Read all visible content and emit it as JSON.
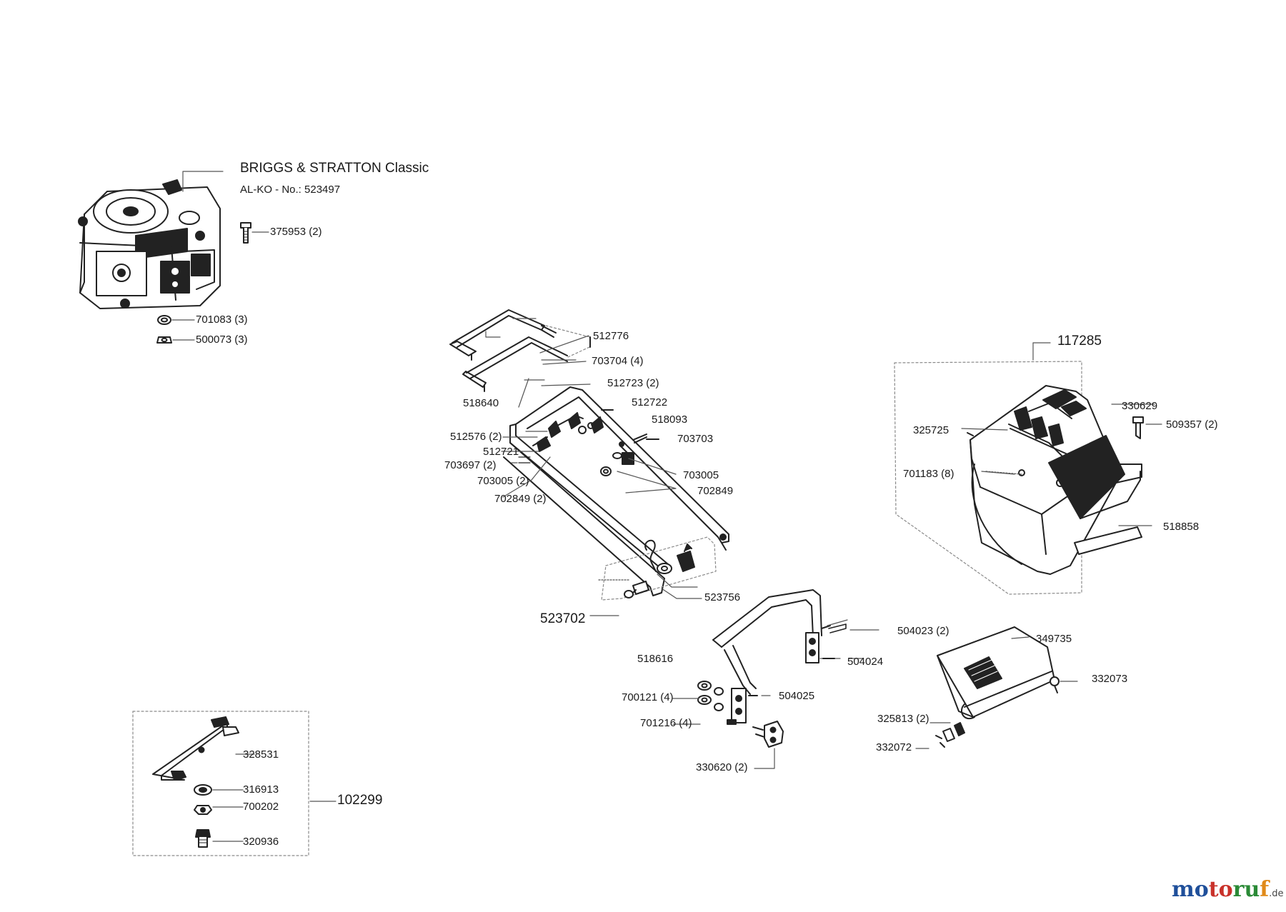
{
  "engine": {
    "title": "BRIGGS & STRATTON Classic",
    "alko_no": "AL-KO - No.: 523497"
  },
  "labels": {
    "p375953": "375953 (2)",
    "p701083": "701083 (3)",
    "p500073": "500073 (3)",
    "p512776": "512776",
    "p703704": "703704 (4)",
    "p512723": "512723 (2)",
    "p518640": "518640",
    "p512722": "512722",
    "p518093": "518093",
    "p512576": "512576 (2)",
    "p703703": "703703",
    "p512721": "512721",
    "p703697": "703697 (2)",
    "p703005b": "703005",
    "p703005a": "703005 (2)",
    "p702849b": "702849",
    "p702849a": "702849 (2)",
    "p523756": "523756",
    "p523702": "523702",
    "p117285": "117285",
    "p330629": "330629",
    "p325725": "325725",
    "p509357": "509357 (2)",
    "p701183": "701183 (8)",
    "p518858": "518858",
    "p504023": "504023 (2)",
    "p518616": "518616",
    "p504024": "504024",
    "p349735": "349735",
    "p332073": "332073",
    "p700121": "700121 (4)",
    "p504025": "504025",
    "p701216": "701216 (4)",
    "p325813": "325813 (2)",
    "p332072": "332072",
    "p330620": "330620 (2)",
    "p328531": "328531",
    "p316913": "316913",
    "p700202": "700202",
    "p102299": "102299",
    "p320936": "320936"
  },
  "brand": {
    "m": "mo",
    "t": "to",
    "r": "ru",
    "f": "f",
    "tld": ".de"
  },
  "colors": {
    "line": "#222222",
    "leader": "#555555",
    "dotted": "#8a8a8a"
  }
}
